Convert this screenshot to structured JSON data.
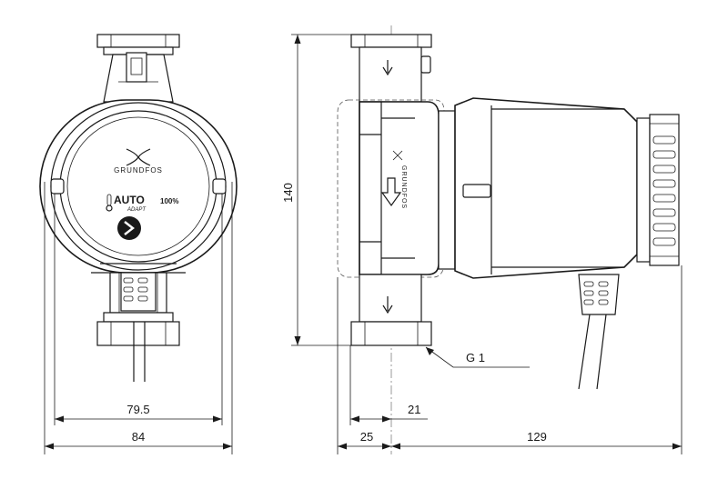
{
  "brand": {
    "name": "GRUNDFOS",
    "mode_label": "AUTO",
    "mode_sub_label": "ADAPT",
    "level_label": "100%"
  },
  "dimensions": {
    "height": "140",
    "port_width": "79.5",
    "overall_width": "84",
    "centre_offset": "21",
    "port_offset": "25",
    "body_length": "129"
  },
  "thread_callout": "G 1",
  "icons": [
    "grundfos-logo-icon",
    "thermometer-icon",
    "mode-button-chevron-icon",
    "flow-direction-arrow-icon"
  ]
}
